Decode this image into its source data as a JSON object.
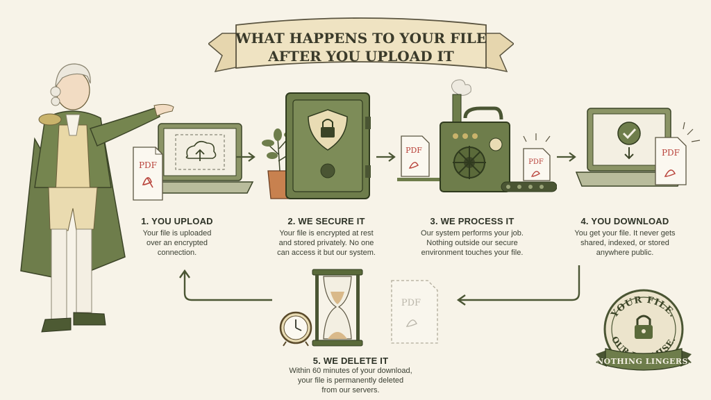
{
  "banner": {
    "line1": "WHAT HAPPENS TO YOUR FILE",
    "line2": "AFTER YOU UPLOAD IT"
  },
  "steps": [
    {
      "title": "1. YOU UPLOAD",
      "desc": [
        "Your file is uploaded",
        "over an encrypted",
        "connection."
      ]
    },
    {
      "title": "2. WE SECURE IT",
      "desc": [
        "Your file is encrypted at rest",
        "and stored privately. No one",
        "can access it but our system."
      ]
    },
    {
      "title": "3. WE PROCESS IT",
      "desc": [
        "Our system performs your job.",
        "Nothing outside our secure",
        "environment touches your file."
      ]
    },
    {
      "title": "4. YOU DOWNLOAD",
      "desc": [
        "You get your file. It never gets",
        "shared, indexed, or stored",
        "anywhere public."
      ]
    },
    {
      "title": "5. WE DELETE IT",
      "desc": [
        "Within 60 minutes of your download,",
        "your file is permanently deleted",
        "from our servers."
      ]
    }
  ],
  "file_label": "PDF",
  "seal": {
    "top": "YOUR FILE.",
    "bottom": "OUR PROMISE.",
    "ribbon": "NOTHING LINGERS."
  },
  "colors": {
    "background": "#f7f3e8",
    "ink": "#2f3327",
    "olive": "#6e7d4b",
    "olive_dark": "#4a5533",
    "parchment": "#efe3c2",
    "pdf_red": "#b8423a"
  },
  "icons": [
    "laptop-icon",
    "cloud-upload-icon",
    "safe-icon",
    "lock-icon",
    "plant-icon",
    "machine-icon",
    "gear-icon",
    "check-icon",
    "hourglass-icon",
    "clock-icon",
    "pdf-file-icon",
    "arrow-icon"
  ]
}
